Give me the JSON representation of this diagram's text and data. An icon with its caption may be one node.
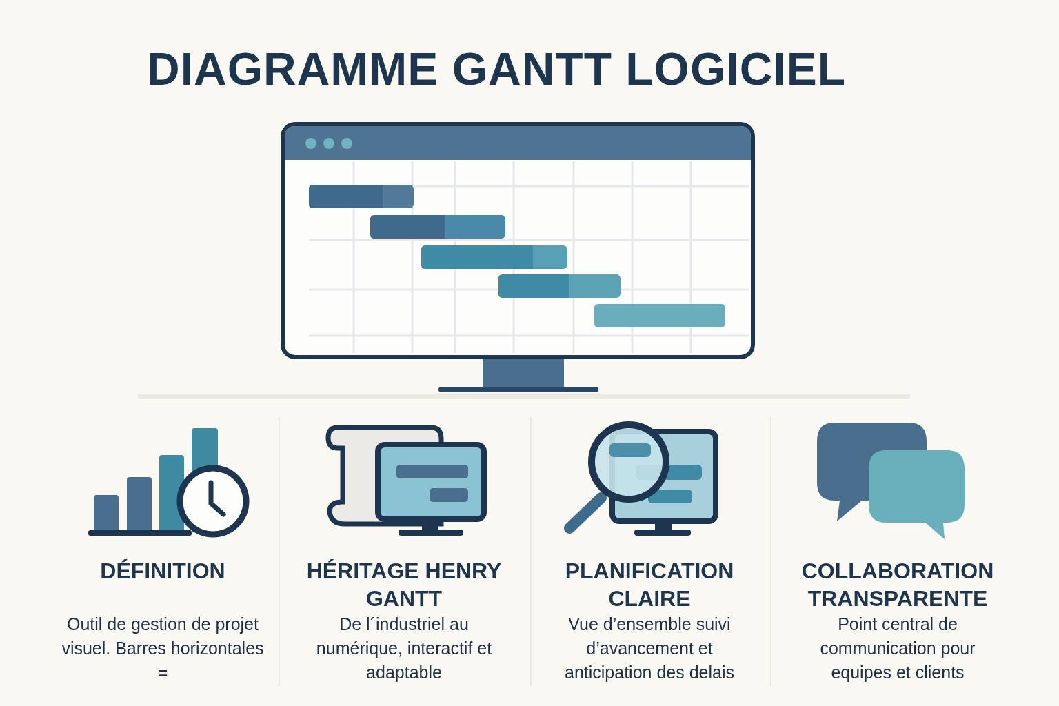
{
  "diagram": {
    "title": "DIAGRAMME GANTT LOGICIEL",
    "labels": [
      "DÉFINITION",
      "Outil de gestion de projet visuel. Barres horizontales =",
      "HÉRITAGE HENRY GANTT",
      "De l´industriel au numérique, interactif et adaptable",
      "PLANIFICATION CLAIRE",
      "Vue d’ensemble suivi d’avancement et anticipation des delais",
      "COLLABORATION TRANSPARENTE",
      "Point central de communication pour equipes et clients"
    ]
  }
}
